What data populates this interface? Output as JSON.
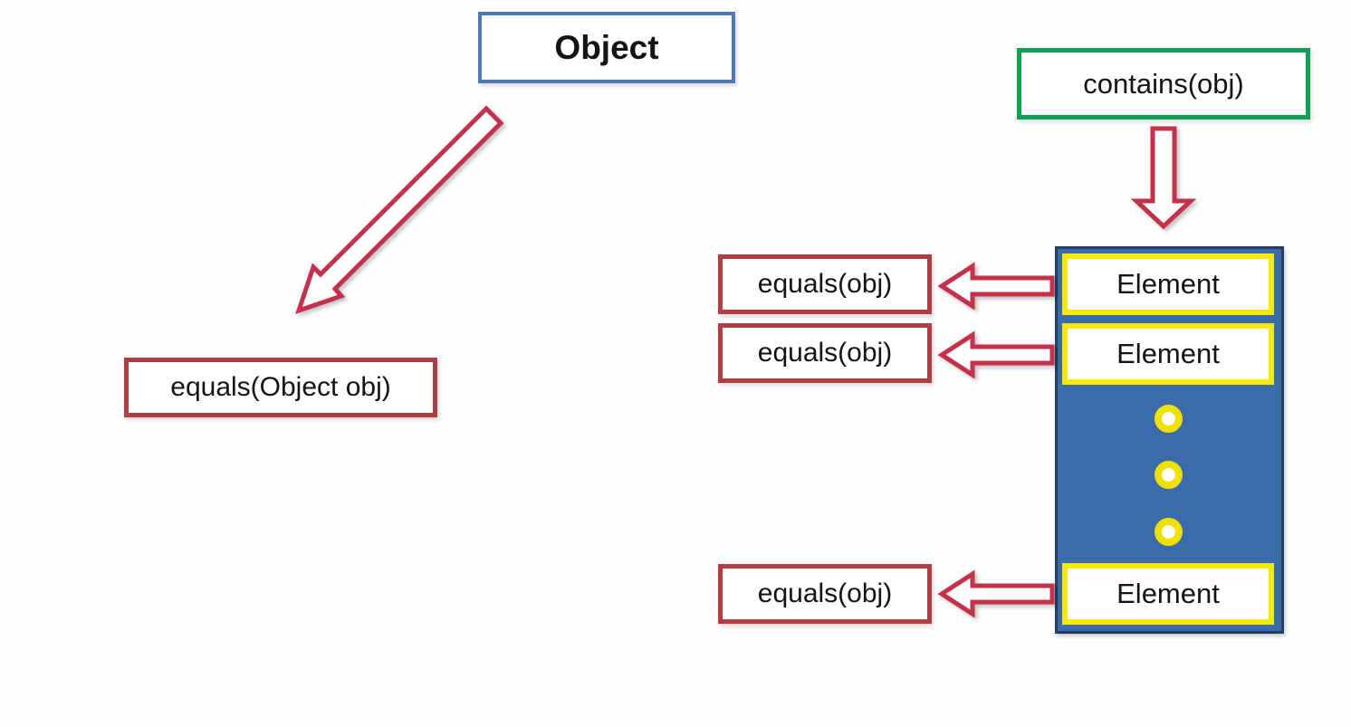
{
  "diagram": {
    "object_box": {
      "label": "Object"
    },
    "contains_box": {
      "label": "contains(obj)"
    },
    "equals_object_box": {
      "label": "equals(Object obj)"
    },
    "equals_calls": [
      {
        "label": "equals(obj)"
      },
      {
        "label": "equals(obj)"
      },
      {
        "label": "equals(obj)"
      }
    ],
    "collection": {
      "elements": [
        {
          "label": "Element"
        },
        {
          "label": "Element"
        },
        {
          "label": "Element"
        }
      ],
      "ellipsis_dot_count": 3
    }
  },
  "colors": {
    "background": "#fdfdfd",
    "text": "#141414",
    "object_border": "#4b7ab6",
    "contains_border": "#0fa055",
    "red_box_border": "#b03e44",
    "arrow_red": "#c5304a",
    "container_fill": "#3a6cab",
    "container_border": "#243f63",
    "element_border": "#f6ea00",
    "dot_ring": "#eee000"
  }
}
